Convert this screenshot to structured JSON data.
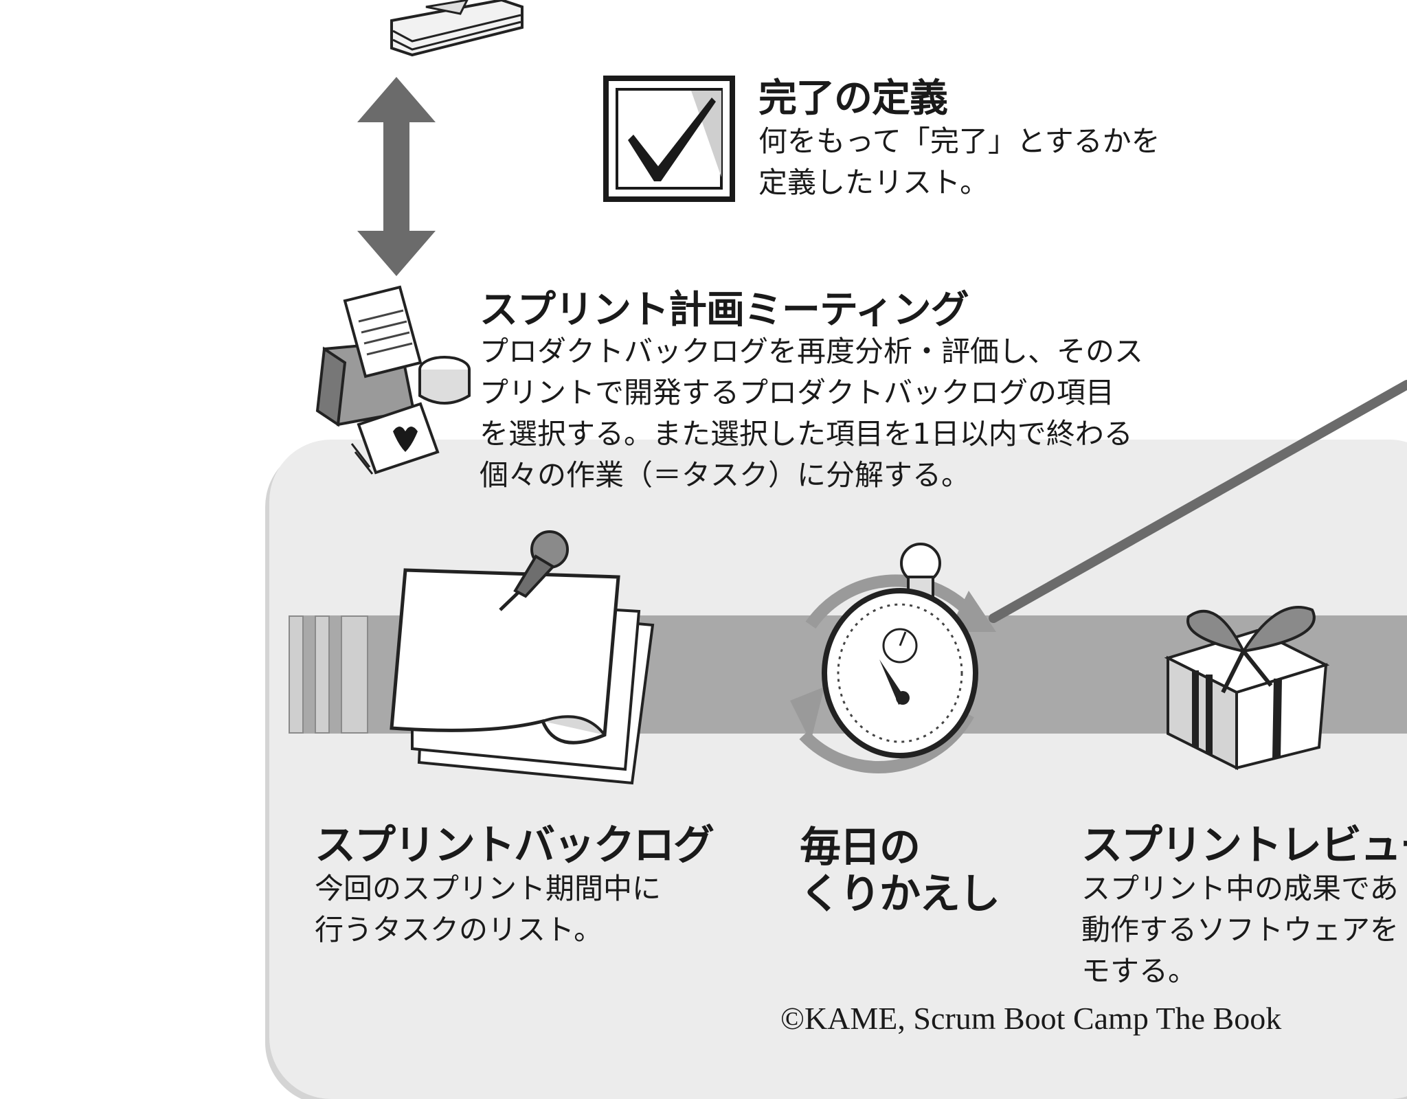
{
  "definition_of_done": {
    "title": "完了の定義",
    "description": "何をもって「完了」とするかを\n定義したリスト。"
  },
  "sprint_planning": {
    "title": "スプリント計画ミーティング",
    "description": "プロダクトバックログを再度分析・評価し、そのス\nプリントで開発するプロダクトバックログの項目\nを選択する。また選択した項目を1日以内で終わる\n個々の作業（＝タスク）に分解する。"
  },
  "sprint_backlog": {
    "title": "スプリントバックログ",
    "description": "今回のスプリント期間中に\n行うタスクのリスト。"
  },
  "daily_repeat": {
    "title": "毎日の\nくりかえし"
  },
  "sprint_review": {
    "title": "スプリントレビュー",
    "description": "スプリント中の成果であ\n動作するソフトウェアを\nモする。"
  },
  "copyright": "©KAME, Scrum Boot Camp The Book",
  "colors": {
    "panel": "#ececec",
    "band": "#a9a9a9",
    "arrow": "#6b6b6b",
    "text": "#1a1a1a"
  }
}
